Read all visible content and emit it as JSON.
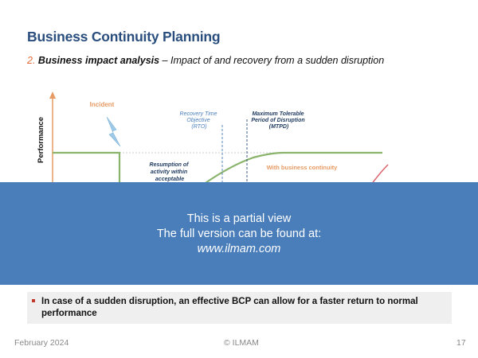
{
  "slide": {
    "title": "Business Continuity Planning",
    "subtitle_num": "2.",
    "subtitle_bold": "Business impact analysis",
    "subtitle_rest": " – Impact of and recovery from a sudden disruption"
  },
  "diagram": {
    "y_axis_label": "Performance",
    "incident_label": "Incident",
    "rto_label": [
      "Recovery Time",
      "Objective",
      "(RTO)"
    ],
    "mtpd_label": [
      "Maximum Tolerable",
      "Period of Disruption",
      "(MTPD)"
    ],
    "resumption_label": [
      "Resumption of",
      "activity within",
      "acceptable"
    ],
    "with_bc_label": "With business continuity",
    "colors": {
      "title": "#2a4e7e",
      "axis": "#e79a63",
      "bc_line": "#8ab36b",
      "incident": "#e79a63",
      "rto": "#4a7ebb",
      "no_bc_line": "#d9606a",
      "overlay": "#4a7ebb"
    }
  },
  "overlay": {
    "line1": "This is a partial view",
    "line2": "The full version can be found at:",
    "line3": "www.ilmam.com"
  },
  "takeaway": {
    "text": "In case of a sudden disruption, an effective BCP can allow for a faster return to normal performance"
  },
  "footer": {
    "date": "February 2024",
    "copyright": "© ILMAM",
    "page": "17"
  }
}
